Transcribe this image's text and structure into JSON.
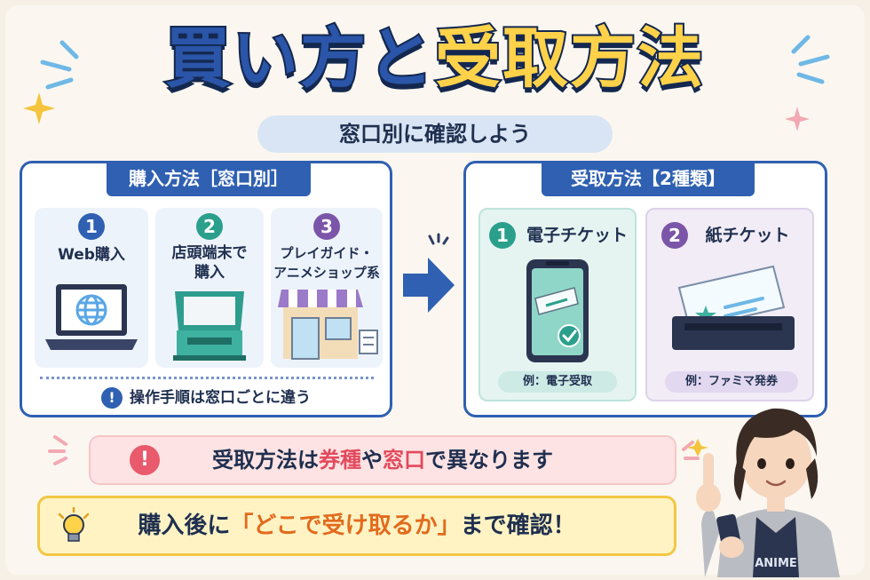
{
  "title": {
    "part1": "買い方と",
    "part2": "受取方法"
  },
  "subtitle": "窓口別に確認しよう",
  "purchase": {
    "header": "購入方法［窓口別］",
    "items": [
      {
        "num": "1",
        "label": "Web購入"
      },
      {
        "num": "2",
        "label_line1": "店頭端末で",
        "label_line2": "購入"
      },
      {
        "num": "3",
        "label_line1": "プレイガイド・",
        "label_line2": "アニメショップ系"
      }
    ],
    "note": "操作手順は窓口ごとに違う",
    "note_icon": "!"
  },
  "receive": {
    "header": "受取方法【2種類】",
    "items": [
      {
        "num": "1",
        "label": "電子チケット",
        "example": "例：電子受取"
      },
      {
        "num": "2",
        "label": "紙チケット",
        "example": "例：ファミマ発券"
      }
    ]
  },
  "banner_pink": {
    "icon": "!",
    "text_a": "受取方法は",
    "hl1": "券種",
    "text_b": "や",
    "hl2": "窓口",
    "text_c": "で異なります"
  },
  "banner_yellow": {
    "text_a": "購入後に",
    "hl": "「どこで受け取るか」",
    "text_b": "まで確認！"
  },
  "person_shirt_text": "ANIME",
  "colors": {
    "primary_blue": "#2f60b2",
    "title_yellow": "#ffd24a",
    "green": "#2aa08c",
    "purple": "#7b56a8",
    "pink_highlight": "#e24a5d",
    "orange_highlight": "#e26a1c"
  },
  "icons": [
    "laptop-icon",
    "globe-icon",
    "kiosk-icon",
    "shop-icon",
    "arrow-right-icon",
    "smartphone-ticket-icon",
    "check-icon",
    "printer-ticket-icon",
    "star-icon",
    "lightbulb-icon",
    "sparkle-icon"
  ]
}
